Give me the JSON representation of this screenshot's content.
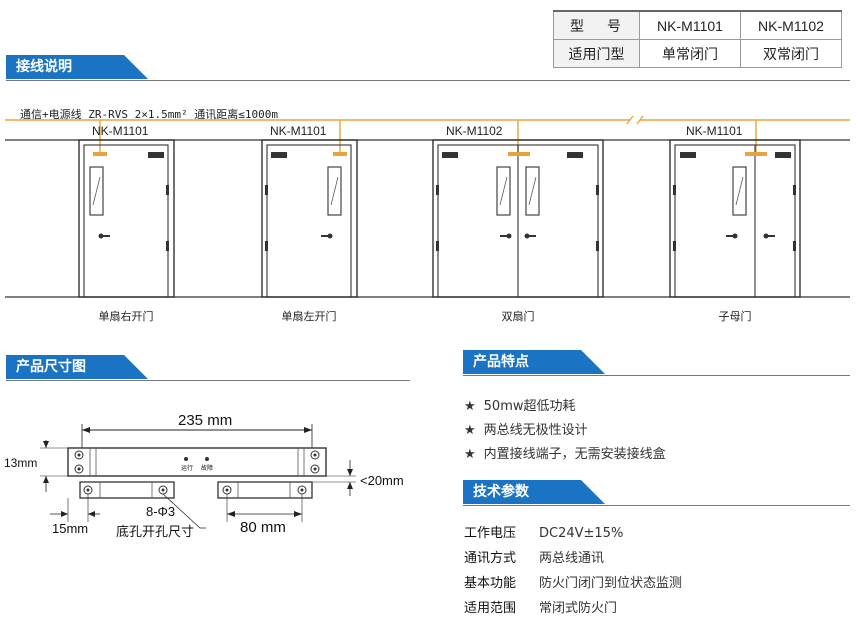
{
  "model_table": {
    "header": [
      "型",
      "号"
    ],
    "models": [
      "NK-M1101",
      "NK-M1102"
    ],
    "row_label": "适用门型",
    "door_types": [
      "单常闭门",
      "双常闭门"
    ]
  },
  "wiring": {
    "title": "接线说明",
    "cable_text": "通信+电源线 ZR-RVS 2×1.5mm²  通讯距离≤1000m",
    "doors": [
      {
        "model": "NK-M1101",
        "label": "单扇右开门"
      },
      {
        "model": "NK-M1101",
        "label": "单扇左开门"
      },
      {
        "model": "NK-M1102",
        "label": "双扇门"
      },
      {
        "model": "NK-M1101",
        "label": "子母门"
      }
    ]
  },
  "dimensions": {
    "title": "产品尺寸图",
    "length": "235 mm",
    "height": "13mm",
    "depth": "<20mm",
    "offset": "15mm",
    "spacing": "80 mm",
    "holes": "8-Φ3",
    "hole_caption": "底孔开孔尺寸",
    "led_labels": [
      "运行",
      "故障"
    ]
  },
  "features": {
    "title": "产品特点",
    "star": "★",
    "items": [
      "50mw超低功耗",
      "两总线无极性设计",
      "内置接线端子，无需安装接线盒"
    ]
  },
  "specs": {
    "title": "技术参数",
    "rows": [
      {
        "key": "工作电压",
        "value": "DC24V±15%"
      },
      {
        "key": "通讯方式",
        "value": "两总线通讯"
      },
      {
        "key": "基本功能",
        "value": "防火门闭门到位状态监测"
      },
      {
        "key": "适用范围",
        "value": "常闭式防火门"
      }
    ]
  },
  "colors": {
    "accent": "#1b73c4",
    "wire": "#e8a33c",
    "line": "#333333"
  }
}
